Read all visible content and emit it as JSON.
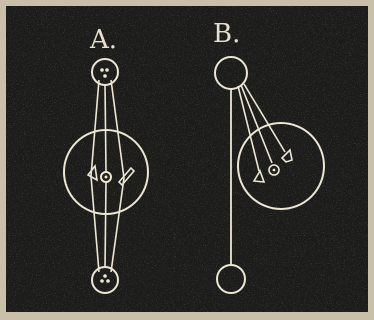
{
  "figure": {
    "panels": [
      {
        "id": "A",
        "label": "A."
      },
      {
        "id": "B",
        "label": "B."
      }
    ],
    "colors": {
      "paper": "#c9c0a9",
      "ink": "#1c1c1a",
      "line": "#ece6d4"
    }
  }
}
